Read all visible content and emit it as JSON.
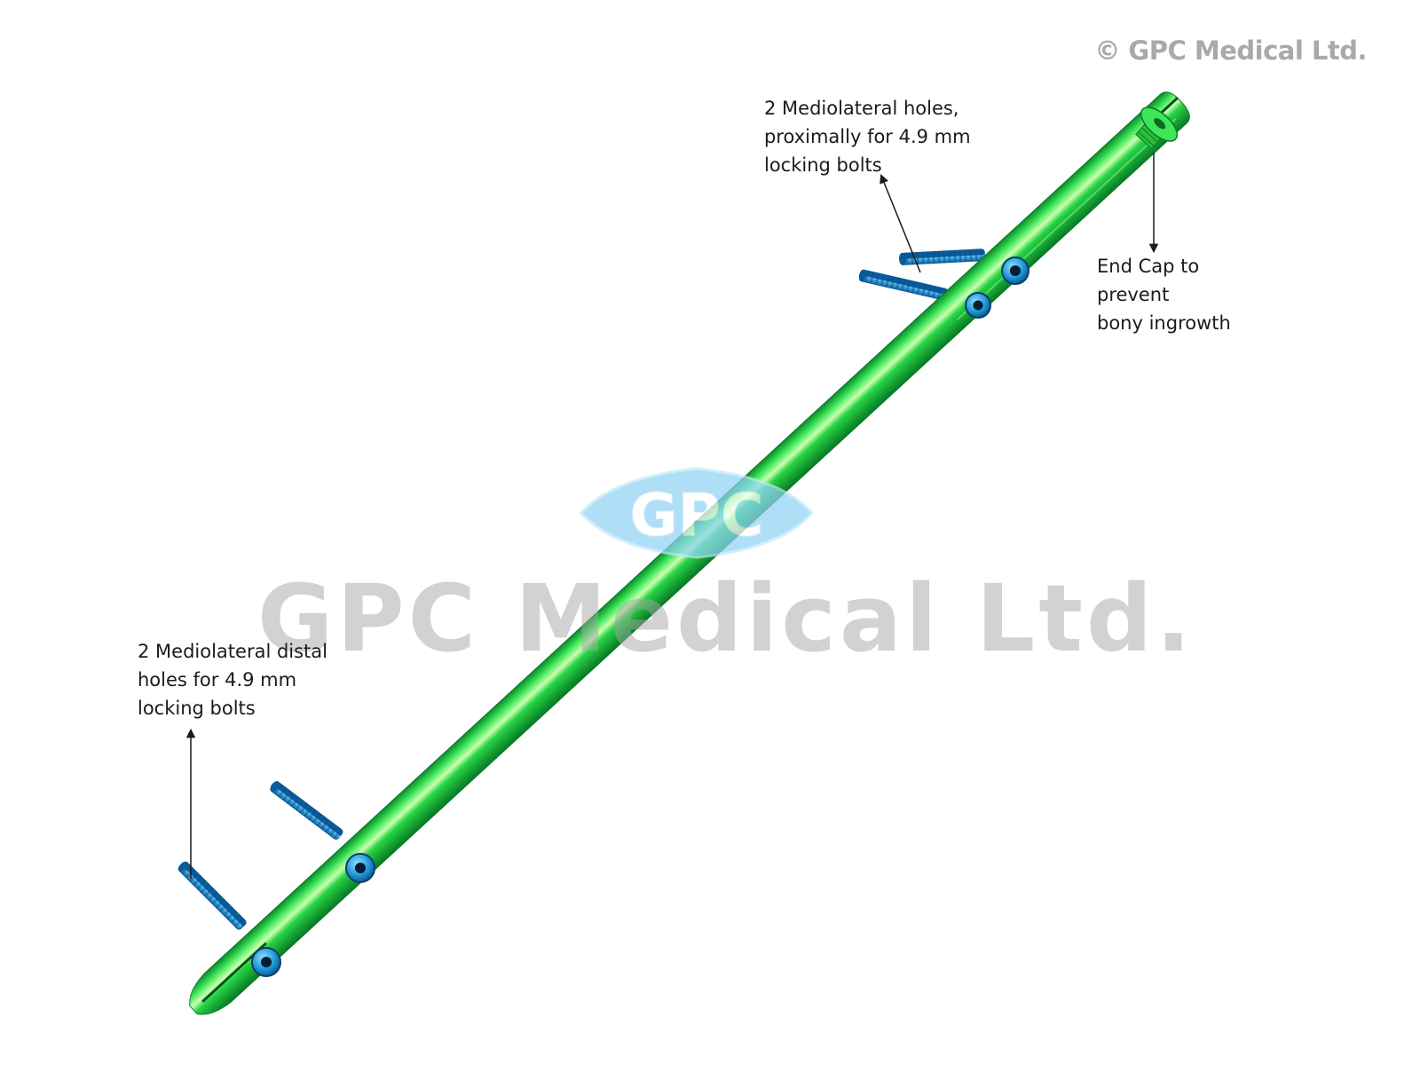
{
  "copyright": "© GPC Medical Ltd.",
  "watermark": {
    "logo_text": "GPC",
    "large_text": "GPC Medical Ltd."
  },
  "callouts": {
    "proximal": "2 Mediolateral holes,\nproximally for 4.9 mm\nlocking bolts",
    "end_cap": "End Cap to\nprevent\nbony ingrowth",
    "distal": "2 Mediolateral distal\nholes for 4.9 mm\nlocking bolts"
  },
  "colors": {
    "nail": "#1bd23e",
    "bolt": "#1fa8e6",
    "logo_fill": "#8fd3f5",
    "text": "#1b1b1b",
    "watermark": "#a9a9a9"
  },
  "icons": {
    "logo": "gpc-diamond-logo",
    "arrows": "arrow-icon"
  }
}
